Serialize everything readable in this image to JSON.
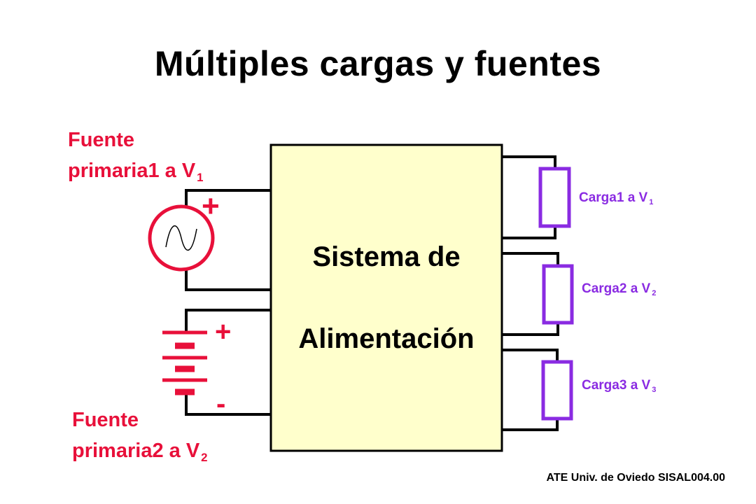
{
  "title": "Múltiples cargas y fuentes",
  "system_block": {
    "line1": "Sistema de",
    "line2": "Alimentación"
  },
  "source1": {
    "line1": "Fuente",
    "line2": "primaria1 a V",
    "sub": "1",
    "plus": "+"
  },
  "source2": {
    "line1": "Fuente",
    "line2": "primaria2 a V",
    "sub": "2",
    "plus": "+",
    "minus": "-"
  },
  "loads": [
    {
      "label": "Carga1 a V",
      "sub": "1"
    },
    {
      "label": "Carga2 a V",
      "sub": "2"
    },
    {
      "label": "Carga3 a V",
      "sub": "3"
    }
  ],
  "footer": "ATE Univ. de Oviedo SISAL004.00",
  "colors": {
    "source": "#e8103a",
    "load": "#8a2be2",
    "block_fill": "#ffffcc",
    "wire": "#000000"
  }
}
